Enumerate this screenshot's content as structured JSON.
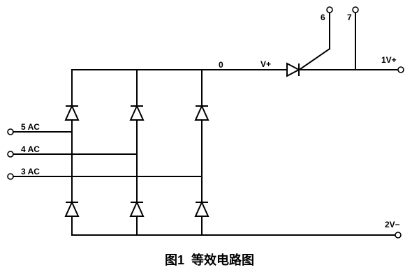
{
  "caption": "图1  等效电路图",
  "nodes": {
    "node_0": "0",
    "v_plus": "V+"
  },
  "terminals": {
    "t1": "1V+",
    "t2": "2V−",
    "t3": "3 AC",
    "t4": "4 AC",
    "t5": "5 AC",
    "t6": "6",
    "t7": "7"
  },
  "components": {
    "rectifier_diodes": 6,
    "thyristor_icon": "thyristor-icon",
    "diode_icon": "diode-icon"
  },
  "colors": {
    "line": "#000000",
    "background": "#ffffff"
  }
}
